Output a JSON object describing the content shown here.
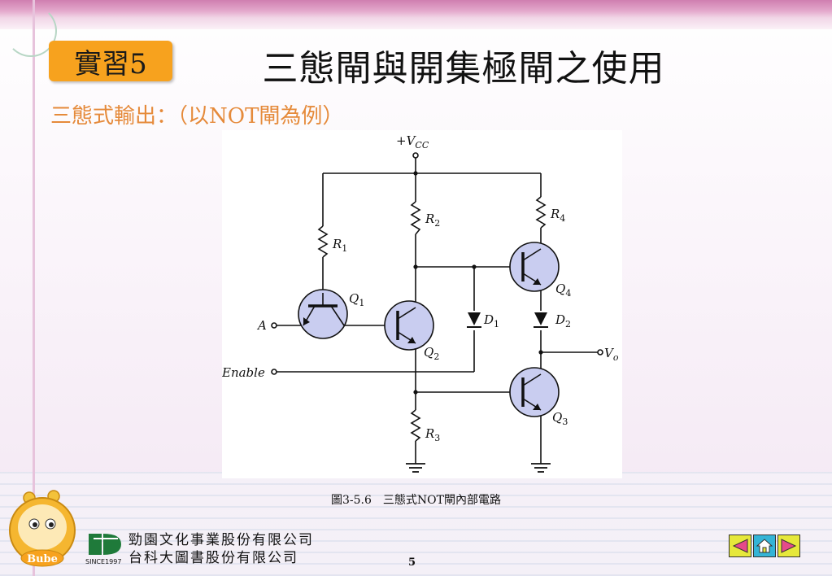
{
  "slide": {
    "badge": "實習5",
    "title": "三態閘與開集極閘之使用",
    "subtitle": "三態式輸出：（以NOT閘為例）",
    "caption": "圖3-5.6　三態式NOT閘內部電路",
    "page_number": "5"
  },
  "circuit": {
    "vcc": "+V",
    "vcc_sub": "CC",
    "R1": "R",
    "R1_sub": "1",
    "R2": "R",
    "R2_sub": "2",
    "R3": "R",
    "R3_sub": "3",
    "R4": "R",
    "R4_sub": "4",
    "Q1": "Q",
    "Q1_sub": "1",
    "Q2": "Q",
    "Q2_sub": "2",
    "Q3": "Q",
    "Q3_sub": "3",
    "Q4": "Q",
    "Q4_sub": "4",
    "D1": "D",
    "D1_sub": "1",
    "D2": "D",
    "D2_sub": "2",
    "input_a": "A",
    "enable": "Enable",
    "vo": "V",
    "vo_sub": "o"
  },
  "footer": {
    "company_line1": "勁園文化事業股份有限公司",
    "company_line2": "台科大圖書股份有限公司",
    "since": "SINCE1997",
    "mascot_text": "Bube"
  },
  "colors": {
    "badge": "#f7a21e",
    "subtitle": "#e58a3a",
    "transistor_fill": "#c9cdf0",
    "nav_yellow": "#e6e83a",
    "nav_home": "#34b4d6"
  },
  "icons": {
    "prev": "triangle-left-icon",
    "home": "home-icon",
    "next": "triangle-right-icon"
  }
}
